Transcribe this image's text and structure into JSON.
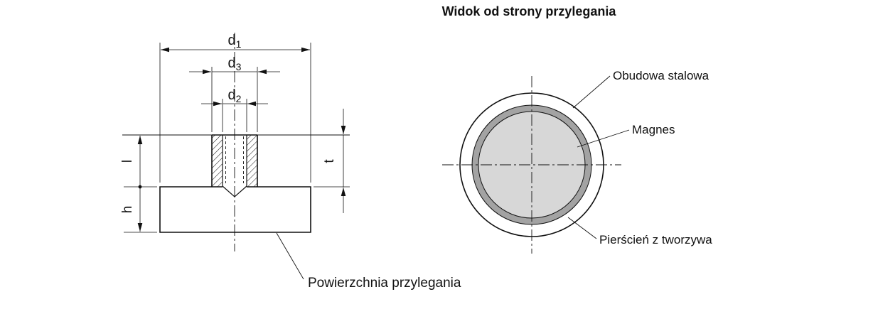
{
  "right_view": {
    "title": "Widok od strony przylegania",
    "label_housing": "Obudowa stalowa",
    "label_magnet": "Magnes",
    "label_ring": "Pierścień z tworzywa"
  },
  "left_view": {
    "dim_d1": {
      "base": "d",
      "sub": "1"
    },
    "dim_d3": {
      "base": "d",
      "sub": "3"
    },
    "dim_d2": {
      "base": "d",
      "sub": "2"
    },
    "dim_t": "t",
    "dim_l": "l",
    "dim_h": "h",
    "caption": "Powierzchnia przylegania"
  },
  "colors": {
    "line": "#111111",
    "magnet": "#d7d7d7",
    "ring": "#a3a3a3",
    "background": "#ffffff"
  }
}
